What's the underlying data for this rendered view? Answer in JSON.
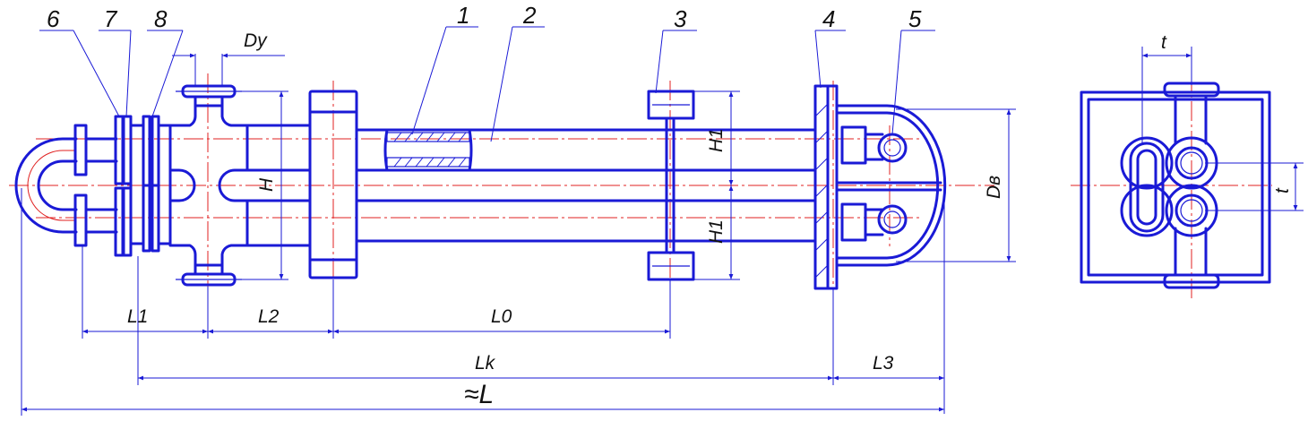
{
  "callouts": [
    "1",
    "2",
    "3",
    "4",
    "5",
    "6",
    "7",
    "8"
  ],
  "dimensions": {
    "dy": "Dy",
    "h": "H",
    "h1_top": "H1",
    "h1_bottom": "H1",
    "db": "Dв",
    "l1": "L1",
    "l2": "L2",
    "l0": "L0",
    "lk": "Lk",
    "l3": "L3",
    "l_total": "≈L",
    "t_top": "t",
    "t_side": "t"
  },
  "colors": {
    "outline": "#1a1ad6",
    "axis": "#e02020",
    "text": "#111111"
  }
}
